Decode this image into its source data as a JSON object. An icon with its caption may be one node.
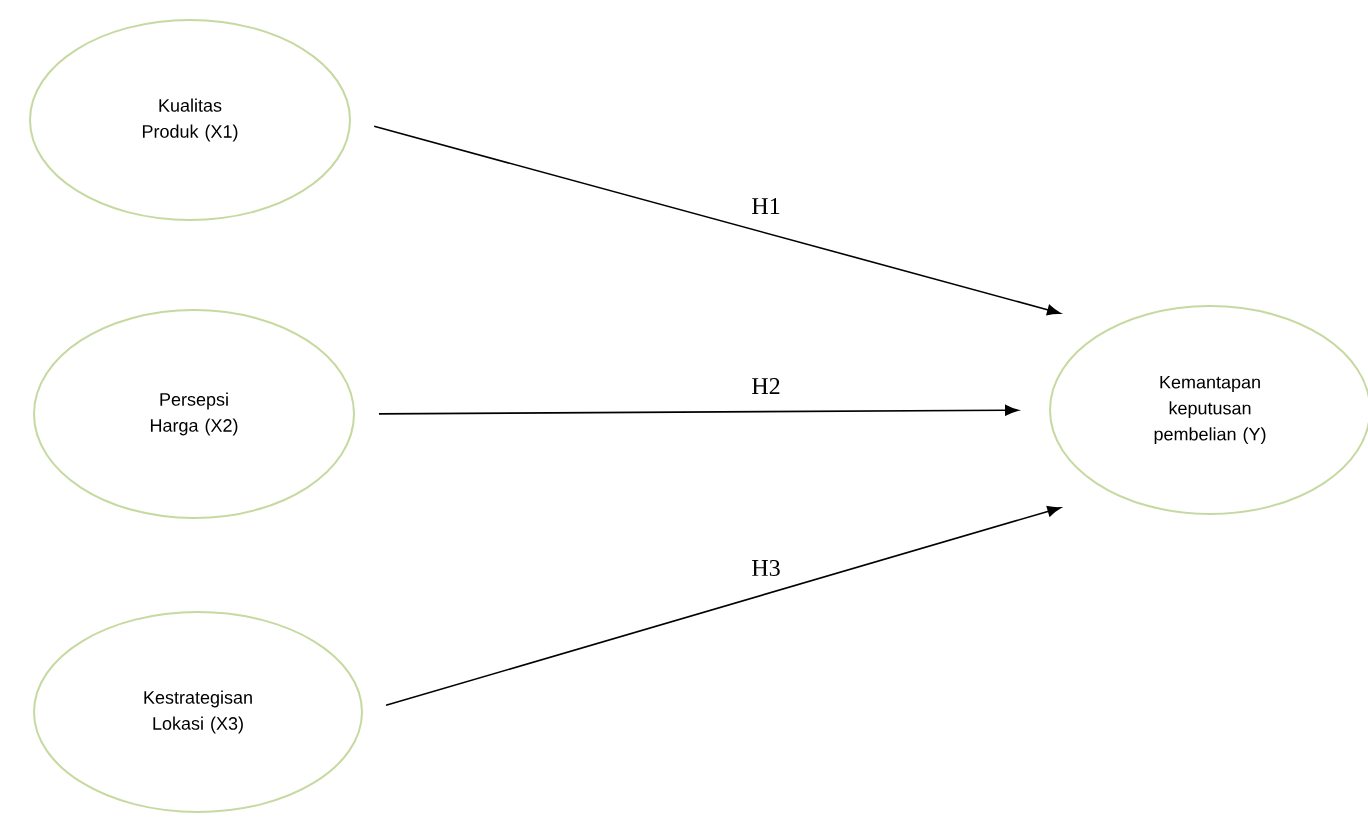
{
  "diagram": {
    "nodes": [
      {
        "text": [
          "Kualitas Produk (X1)"
        ]
      },
      {
        "text": [
          "Persepsi Harga (X2)"
        ]
      },
      {
        "text": [
          "Kestrategisan Lokasi (X3)"
        ]
      },
      {
        "text": [
          "Kemantapan keputusan pembelian (Y)"
        ]
      }
    ],
    "edges": [
      {
        "from": 0,
        "to": 3,
        "arrow": "to",
        "label": "H1"
      },
      {
        "from": 1,
        "to": 3,
        "arrow": "to",
        "label": "H2"
      },
      {
        "from": 2,
        "to": 3,
        "arrow": "to",
        "label": "H3"
      }
    ]
  }
}
